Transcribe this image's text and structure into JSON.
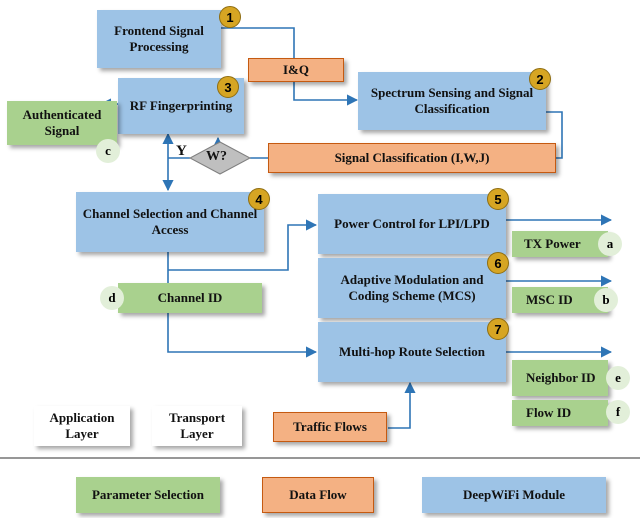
{
  "nodes": {
    "frontend": "Frontend Signal Processing",
    "iq": "I&Q",
    "spectrum": "Spectrum Sensing and Signal Classification",
    "rf": "RF Fingerprinting",
    "authenticated": "Authenticated Signal",
    "decision": "W?",
    "decision_yes": "Y",
    "signal_classification": "Signal Classification (I,W,J)",
    "channel_selection": "Channel Selection and Channel Access",
    "power_control": "Power Control for LPI/LPD",
    "tx_power": "TX Power",
    "adaptive_modulation": "Adaptive Modulation and Coding Scheme (MCS)",
    "msc_id": "MSC ID",
    "channel_id": "Channel ID",
    "multihop": "Multi-hop Route Selection",
    "neighbor_id": "Neighbor ID",
    "flow_id": "Flow ID",
    "application_layer": "Application Layer",
    "transport_layer": "Transport Layer",
    "traffic_flows": "Traffic Flows"
  },
  "badges": {
    "b1": "1",
    "b2": "2",
    "b3": "3",
    "b4": "4",
    "b5": "5",
    "b6": "6",
    "b7": "7"
  },
  "letters": {
    "a": "a",
    "b": "b",
    "c": "c",
    "d": "d",
    "e": "e",
    "f": "f"
  },
  "legend": {
    "parameter_selection": "Parameter Selection",
    "data_flow": "Data Flow",
    "deepwifi_module": "DeepWiFi Module"
  },
  "colors": {
    "module_blue": "#9dc3e6",
    "data_flow_orange": "#f4b183",
    "parameter_green": "#a9d18e",
    "badge_gold": "#d6a523",
    "arrow_blue": "#2e75b6",
    "decision_gray": "#bfbfbf"
  }
}
